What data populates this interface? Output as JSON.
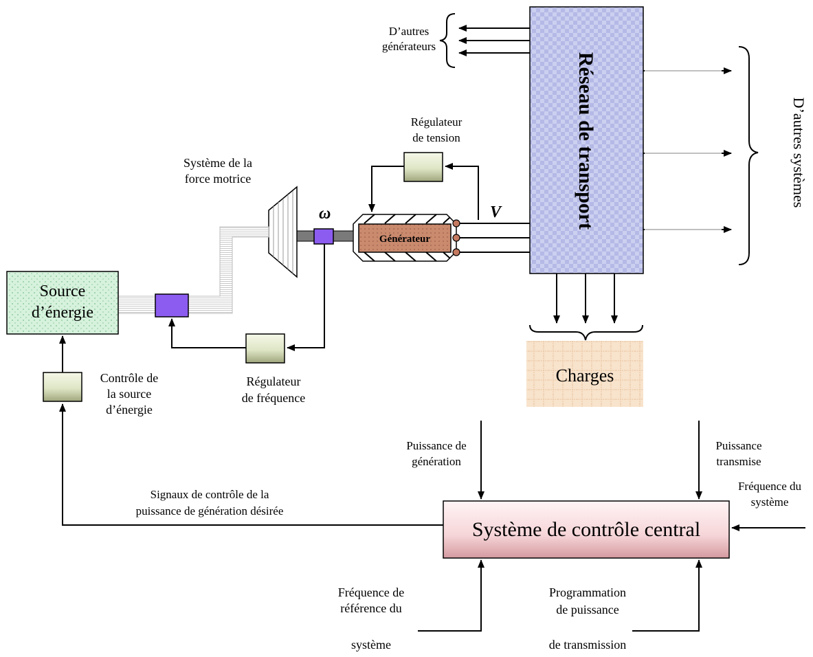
{
  "labels": {
    "other_generators": [
      "D’autres",
      "générateurs"
    ],
    "network": "Réseau de transport",
    "other_systems": "D’autres systèmes",
    "voltage_regulator": [
      "Régulateur",
      "de tension"
    ],
    "prime_mover": [
      "Système de la",
      "force motrice"
    ],
    "omega": "ω",
    "voltage": "V",
    "generator": "Générateur",
    "energy_source": [
      "Source",
      "d’énergie"
    ],
    "energy_source_control": [
      "Contrôle de",
      "la source",
      "d’énergie"
    ],
    "frequency_regulator": [
      "Régulateur",
      "de fréquence"
    ],
    "loads": "Charges",
    "generation_power": [
      "Puissance de",
      "génération"
    ],
    "transmitted_power": [
      "Puissance",
      "transmise"
    ],
    "control_signals": [
      "Signaux de contrôle de la",
      "puissance de génération désirée"
    ],
    "system_frequency": [
      "Fréquence du",
      "système"
    ],
    "central_control": "Système de contrôle central",
    "reference_frequency": [
      "Fréquence de",
      "référence du",
      "système"
    ],
    "transmission_schedule": [
      "Programmation",
      "de puissance",
      "de transmission"
    ]
  },
  "colors": {
    "network_fill": "#c9cdef",
    "source_fill": "#d4f0dc",
    "loads_fill": "#f8e0c8",
    "central_fill": "#f8dde0",
    "generator_fill": "#c98a6e",
    "regulator_fill": "#e6ecd2",
    "valve_fill": "#8c5cf0",
    "terminal_fill": "#c47a60"
  }
}
